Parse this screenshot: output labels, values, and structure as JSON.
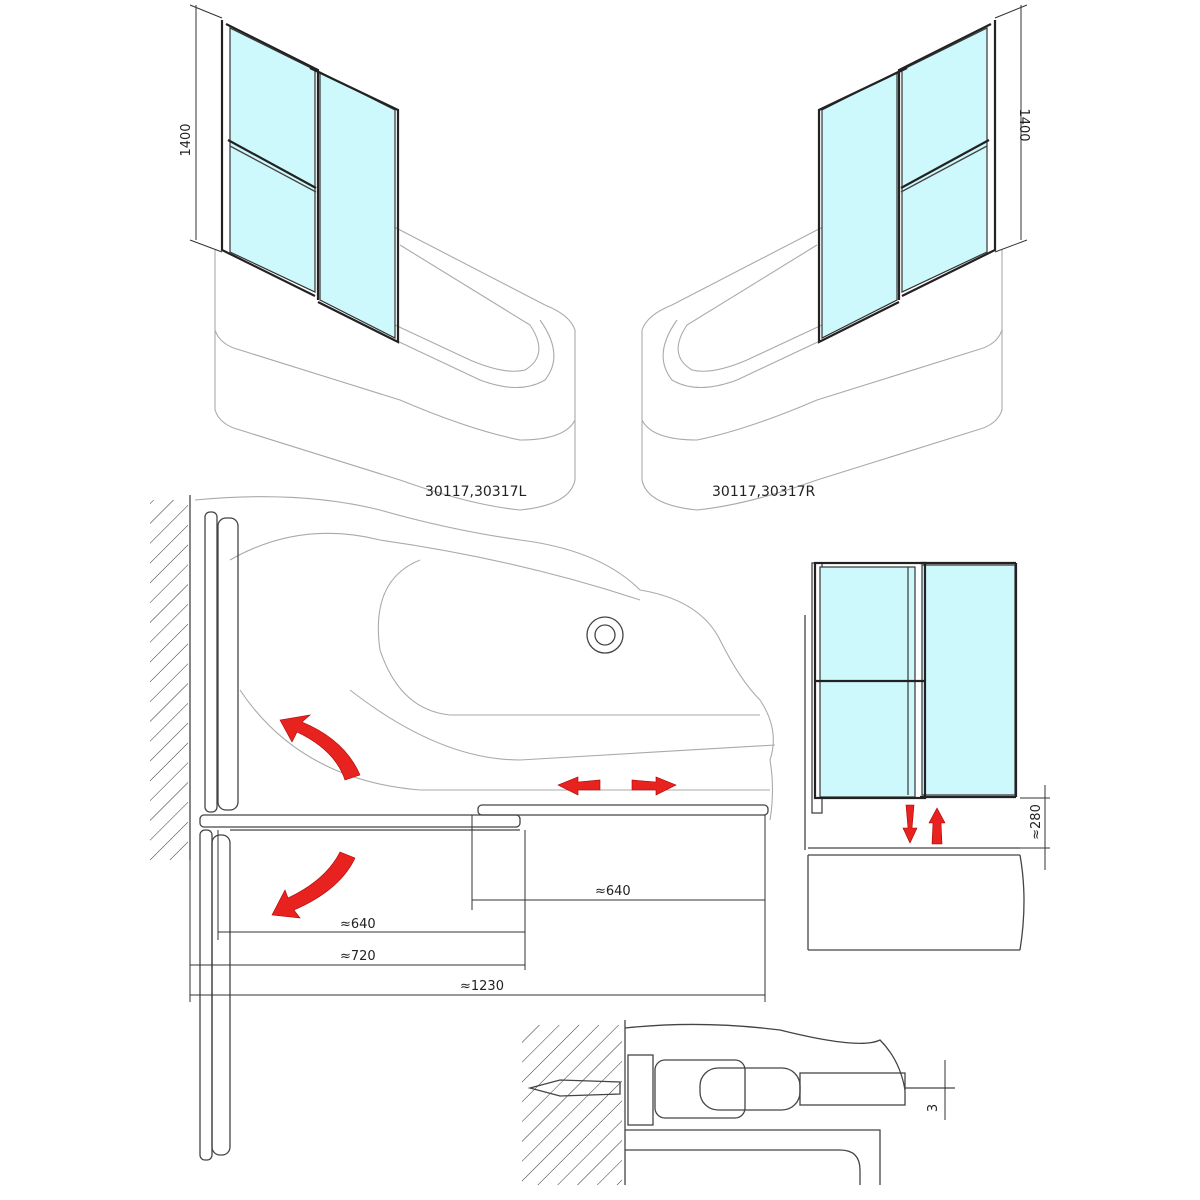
{
  "views": {
    "left_model": {
      "label": "30117,30317L",
      "height_dim": "1400"
    },
    "right_model": {
      "label": "30117,30317R",
      "height_dim": "1400"
    }
  },
  "plan_view": {
    "dims": {
      "door_slide": "≈640",
      "panel_width": "≈640",
      "fixed_width": "≈720",
      "total_width": "≈1230"
    }
  },
  "elevation_view": {
    "dims": {
      "lift_height": "≈280"
    }
  },
  "detail_view": {
    "dims": {
      "gap": "3"
    }
  },
  "colors": {
    "glass": "#cdf9fc",
    "arrow": "#e8231f",
    "frame": "#222222"
  }
}
